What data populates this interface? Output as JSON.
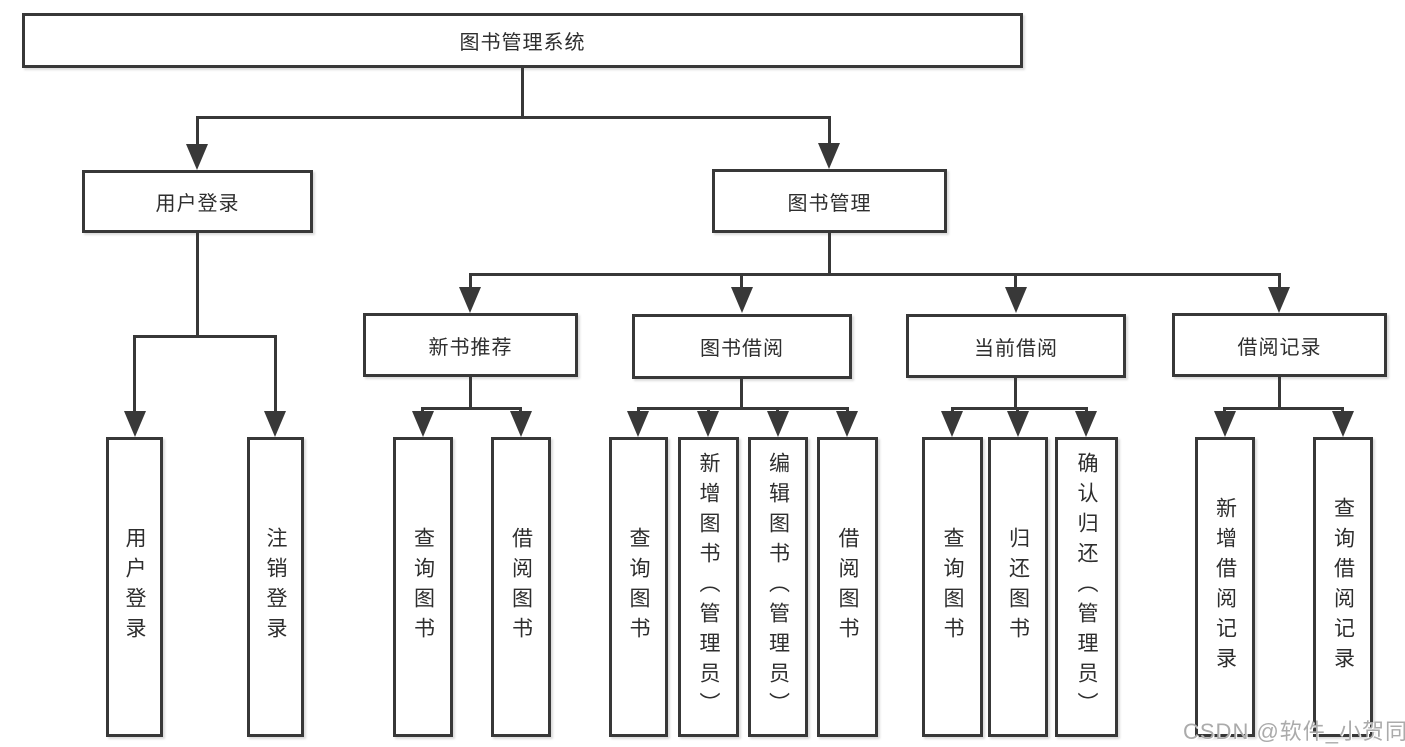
{
  "colors": {
    "line": "#383838",
    "text": "#2e2e2e",
    "box_fill": "#ffffff",
    "watermark": "#ababab"
  },
  "watermark": {
    "text": "CSDN @软件_小贺同学"
  },
  "tree": {
    "label": "图书管理系统",
    "children": [
      {
        "label": "用户登录",
        "children": [
          {
            "label": "用户登录"
          },
          {
            "label": "注销登录"
          }
        ]
      },
      {
        "label": "图书管理",
        "children": [
          {
            "label": "新书推荐",
            "children": [
              {
                "label": "查询图书"
              },
              {
                "label": "借阅图书"
              }
            ]
          },
          {
            "label": "图书借阅",
            "children": [
              {
                "label": "查询图书"
              },
              {
                "label": "新增图书（管理员）"
              },
              {
                "label": "编辑图书（管理员）"
              },
              {
                "label": "借阅图书"
              }
            ]
          },
          {
            "label": "当前借阅",
            "children": [
              {
                "label": "查询图书"
              },
              {
                "label": "归还图书"
              },
              {
                "label": "确认归还（管理员）"
              }
            ]
          },
          {
            "label": "借阅记录",
            "children": [
              {
                "label": "新增借阅记录"
              },
              {
                "label": "查询借阅记录"
              }
            ]
          }
        ]
      }
    ]
  }
}
